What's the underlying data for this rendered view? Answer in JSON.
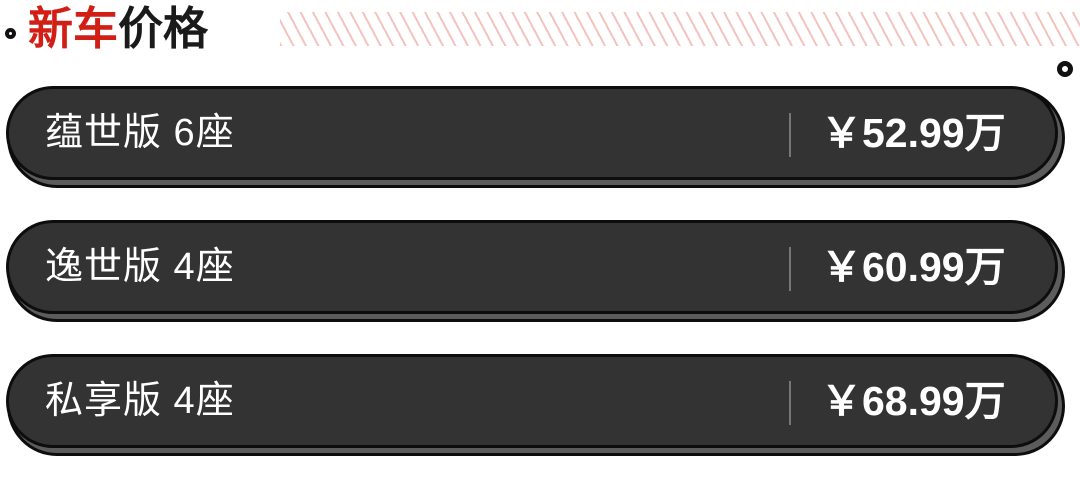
{
  "header": {
    "title_red": "新车",
    "title_black": "价格",
    "bullet_icon": "circle-ring-icon",
    "stripe_decoration": "diagonal-stripe-band",
    "corner_icon": "circle-ring-icon",
    "accent_red": "#d21f16",
    "stripe_color": "#f3c3bf"
  },
  "price_list": {
    "rows": [
      {
        "trim": "蕴世版 6座",
        "price": "￥52.99万"
      },
      {
        "trim": "逸世版 4座",
        "price": "￥60.99万"
      },
      {
        "trim": "私享版 4座",
        "price": "￥68.99万"
      }
    ],
    "row_fill": "#333333",
    "row_border": "#0d0d0d",
    "text_color": "#ffffff",
    "divider_color": "#777777"
  }
}
